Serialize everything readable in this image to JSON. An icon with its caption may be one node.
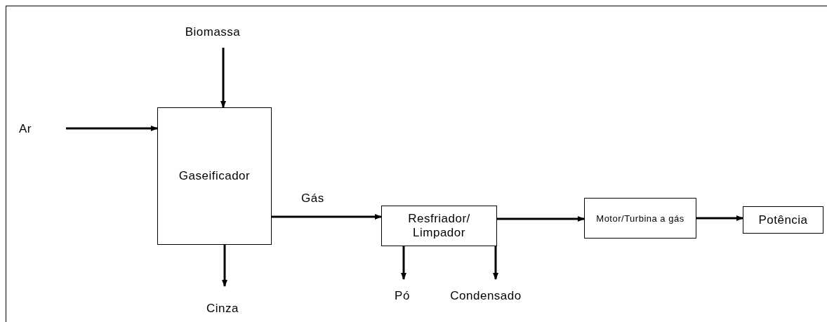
{
  "diagram": {
    "nodes": [
      {
        "text": [
          "Biomassa"
        ]
      },
      {
        "text": [
          "Ar"
        ]
      },
      {
        "text": [
          "Gaseificador"
        ]
      },
      {
        "text": [
          "Resfriador/ Limpador"
        ]
      },
      {
        "text": [
          "Motor/Turbina a gás"
        ]
      },
      {
        "text": [
          "Potência"
        ]
      },
      {
        "text": [
          "Cinza"
        ]
      },
      {
        "text": [
          "Pó"
        ]
      },
      {
        "text": [
          "Condensado"
        ]
      }
    ],
    "edges": [
      {
        "from": 0,
        "to": 2,
        "arrow": "to"
      },
      {
        "from": 1,
        "to": 2,
        "arrow": "to"
      },
      {
        "from": 2,
        "to": 3,
        "arrow": "to",
        "label": "Gás"
      },
      {
        "from": 3,
        "to": 4,
        "arrow": "to"
      },
      {
        "from": 4,
        "to": 5,
        "arrow": "to"
      },
      {
        "from": 2,
        "to": 6,
        "arrow": "to"
      },
      {
        "from": 3,
        "to": 7,
        "arrow": "to"
      },
      {
        "from": 3,
        "to": 8,
        "arrow": "to"
      }
    ]
  }
}
